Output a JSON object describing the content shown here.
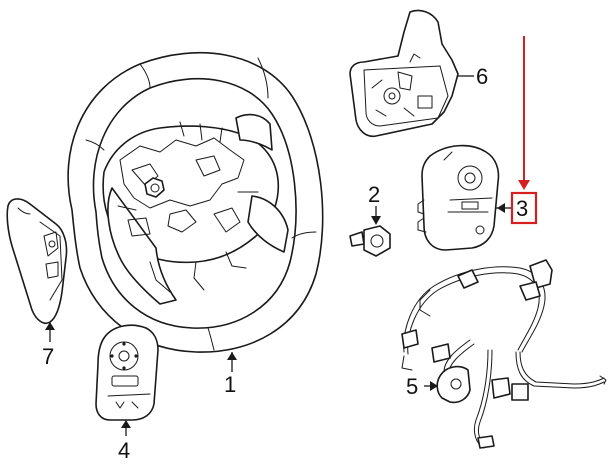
{
  "diagram": {
    "callouts": [
      {
        "id": "1",
        "label": "1"
      },
      {
        "id": "2",
        "label": "2"
      },
      {
        "id": "3",
        "label": "3"
      },
      {
        "id": "4",
        "label": "4"
      },
      {
        "id": "5",
        "label": "5"
      },
      {
        "id": "6",
        "label": "6"
      },
      {
        "id": "7",
        "label": "7"
      }
    ],
    "highlighted_callout": "3",
    "colors": {
      "line": "#1a1a1a",
      "highlight": "#d42020",
      "background": "#ffffff"
    }
  }
}
